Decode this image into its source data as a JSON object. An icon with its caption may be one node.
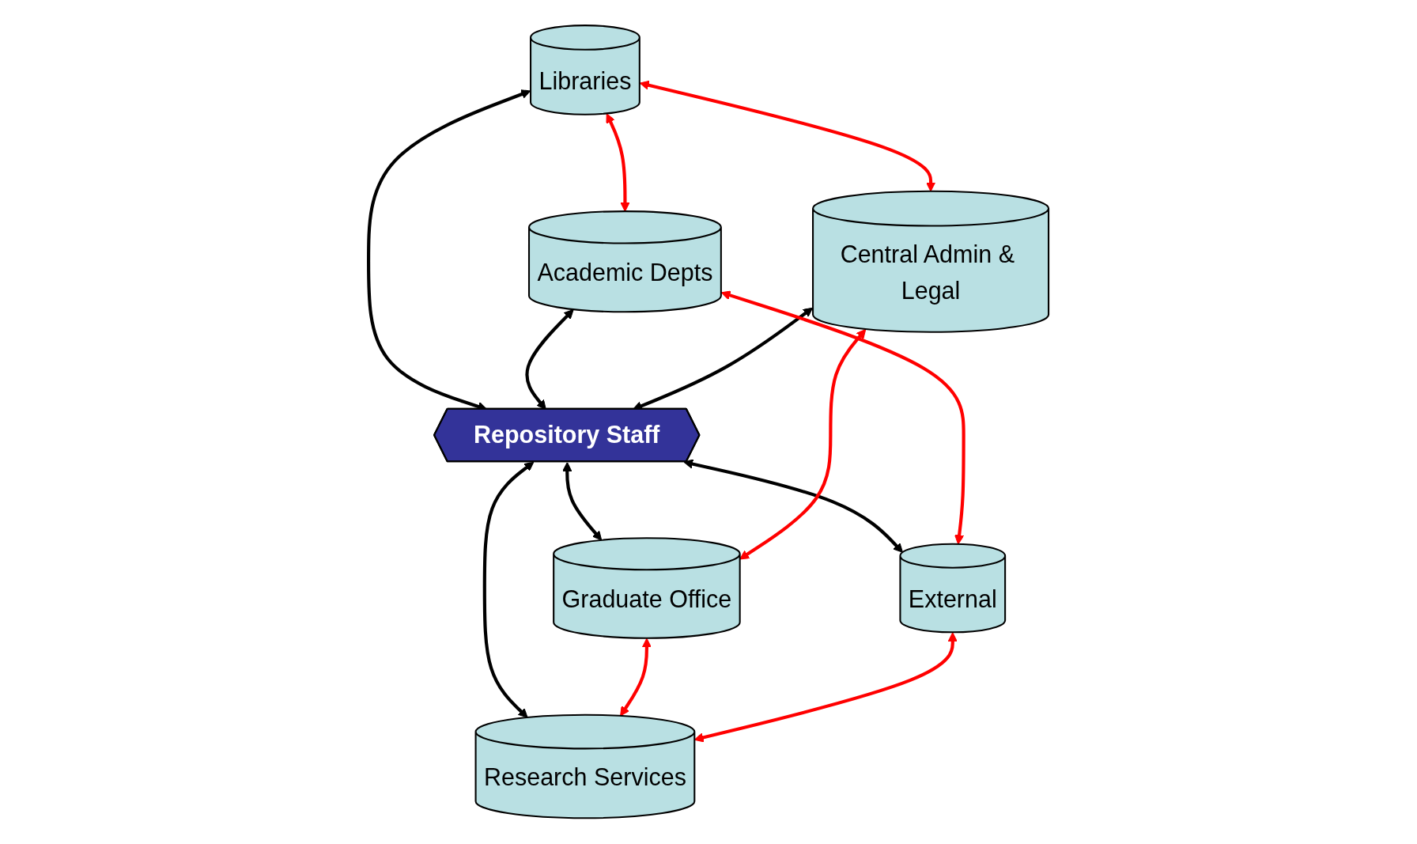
{
  "diagram": {
    "nodes": [
      {
        "text": [
          "Libraries"
        ]
      },
      {
        "text": [
          "Academic Depts"
        ]
      },
      {
        "text": [
          "Central Admin & Legal"
        ]
      },
      {
        "text": [
          "Repository Staff"
        ]
      },
      {
        "text": [
          "External"
        ]
      },
      {
        "text": [
          "Graduate Office"
        ]
      },
      {
        "text": [
          "Research Services"
        ]
      }
    ],
    "edges": [
      {
        "from": 0,
        "to": 3,
        "arrow": "both",
        "color": "#000000"
      },
      {
        "from": 1,
        "to": 3,
        "arrow": "both",
        "color": "#000000"
      },
      {
        "from": 2,
        "to": 3,
        "arrow": "both",
        "color": "#000000"
      },
      {
        "from": 3,
        "to": 4,
        "arrow": "both",
        "color": "#000000"
      },
      {
        "from": 3,
        "to": 5,
        "arrow": "both",
        "color": "#000000"
      },
      {
        "from": 3,
        "to": 6,
        "arrow": "both",
        "color": "#000000"
      },
      {
        "from": 0,
        "to": 1,
        "arrow": "both",
        "color": "#ff0000"
      },
      {
        "from": 1,
        "to": 4,
        "arrow": "both",
        "color": "#ff0000"
      },
      {
        "from": 0,
        "to": 2,
        "arrow": "both",
        "color": "#ff0000"
      },
      {
        "from": 2,
        "to": 5,
        "arrow": "both",
        "color": "#ff0000"
      },
      {
        "from": 5,
        "to": 6,
        "arrow": "both",
        "color": "#ff0000"
      },
      {
        "from": 4,
        "to": 6,
        "arrow": "both",
        "color": "#ff0000"
      }
    ]
  }
}
